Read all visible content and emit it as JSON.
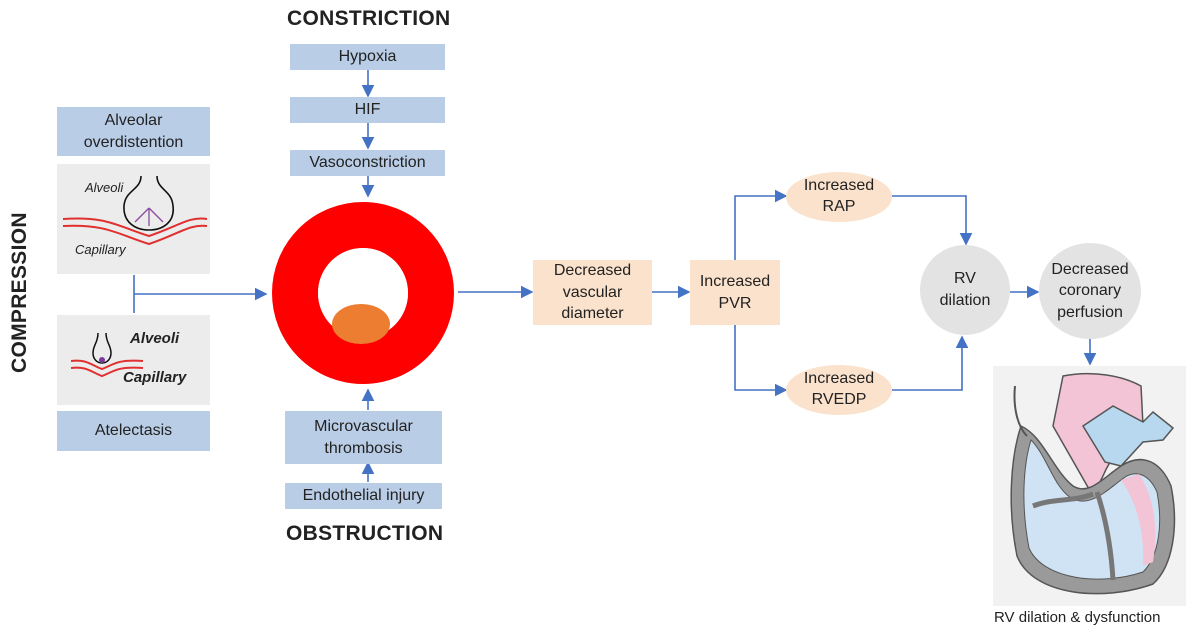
{
  "headings": {
    "constriction": "CONSTRICTION",
    "obstruction": "OBSTRUCTION",
    "compression": "COMPRESSION"
  },
  "constriction_chain": {
    "hypoxia": "Hypoxia",
    "hif": "HIF",
    "vasoconstriction": "Vasoconstriction"
  },
  "obstruction_chain": {
    "microvascular_thrombosis": "Microvascular thrombosis",
    "endothelial_injury": "Endothelial injury"
  },
  "compression_chain": {
    "alveolar_overdistention": "Alveolar overdistention",
    "atelectasis": "Atelectasis",
    "alveoli_label_top": "Alveoli",
    "capillary_label_top": "Capillary",
    "alveoli_label_bottom": "Alveoli",
    "capillary_label_bottom": "Capillary"
  },
  "pathway": {
    "decreased_vascular_diameter": "Decreased vascular diameter",
    "increased_pvr": "Increased PVR",
    "increased_rap": "Increased RAP",
    "increased_rvedp": "Increased RVEDP",
    "rv_dilation": "RV dilation",
    "decreased_coronary_perfusion": "Decreased coronary perfusion",
    "final_caption": "RV dilation & dysfunction"
  },
  "colors": {
    "box_blue": "#b9cde6",
    "box_peach": "#fbe2cc",
    "circle_gray": "#e3e3e3",
    "arrow_blue": "#4472c4",
    "vessel_red": "#ff0000",
    "clot_orange": "#ed7d31"
  }
}
